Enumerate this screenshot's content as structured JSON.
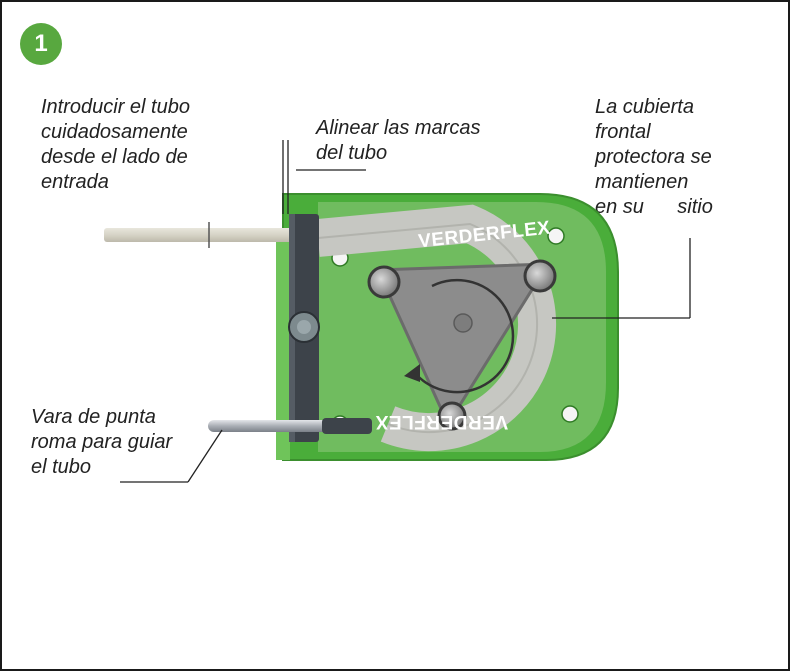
{
  "step": {
    "number": "1",
    "color": "#58a83f"
  },
  "labels": {
    "insert_tube": [
      "Introducir el tubo",
      "cuidadosamente",
      "desde el lado de",
      "entrada"
    ],
    "align_marks": [
      "Alinear las marcas",
      "del tubo"
    ],
    "front_cover": [
      "La cubierta",
      "frontal",
      "protectora se",
      "mantienen",
      "en su      sitio"
    ],
    "guide_rod": [
      "Vara de punta",
      "roma para guiar",
      "el tubo"
    ]
  },
  "pump": {
    "brand_top": "VERDERFLEX",
    "brand_bottom": "VERDERFLEX",
    "body_color": "#4aad3a",
    "rotor_color": "#8c8c8c",
    "clamp_color": "#3d434a"
  }
}
